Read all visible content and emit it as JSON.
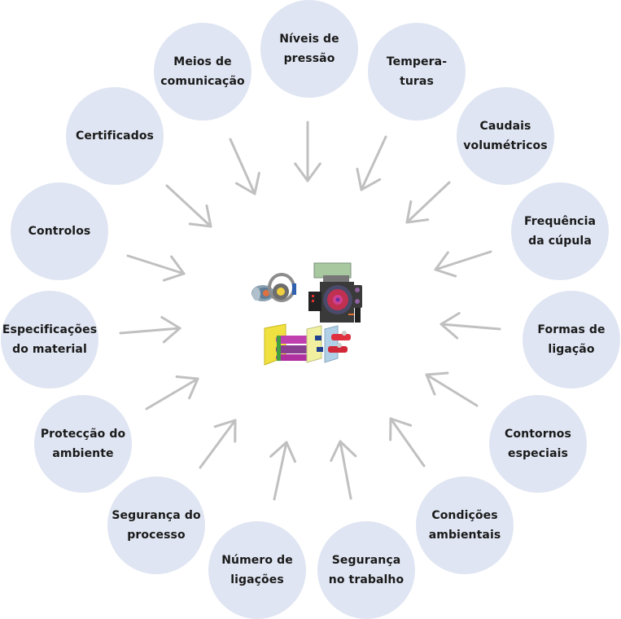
{
  "diagram": {
    "type": "radial-requirements",
    "center": {
      "name": "product-assembly",
      "description": "rotary unions / fluid components assembly illustration"
    },
    "colors": {
      "node_fill": "#dfe5f2",
      "arrow": "#c0c0c0",
      "text": "#1a1a1a"
    },
    "nodes": [
      {
        "id": "niveis-pressao",
        "label": "Níveis de\npressão"
      },
      {
        "id": "temperaturas",
        "label": "Tempera-\nturas"
      },
      {
        "id": "caudais-volumetricos",
        "label": "Caudais\nvolumétricos"
      },
      {
        "id": "frequencia-cupula",
        "label": "Frequência\nda cúpula"
      },
      {
        "id": "formas-ligacao",
        "label": "Formas de\nligação"
      },
      {
        "id": "contornos-especiais",
        "label": "Contornos\nespeciais"
      },
      {
        "id": "condicoes-ambientais",
        "label": "Condições\nambientais"
      },
      {
        "id": "seguranca-trabalho",
        "label": "Segurança\nno trabalho"
      },
      {
        "id": "numero-ligacoes",
        "label": "Número de\nligações"
      },
      {
        "id": "seguranca-processo",
        "label": "Segurança do\nprocesso"
      },
      {
        "id": "proteccao-ambiente",
        "label": "Protecção do\nambiente"
      },
      {
        "id": "especificacoes-material",
        "label": "Especificações\ndo material"
      },
      {
        "id": "controlos",
        "label": "Controlos"
      },
      {
        "id": "certificados",
        "label": "Certificados"
      },
      {
        "id": "meios-comunicacao",
        "label": "Meios de\ncomunicação"
      }
    ],
    "edges_direction": "node-to-center"
  }
}
